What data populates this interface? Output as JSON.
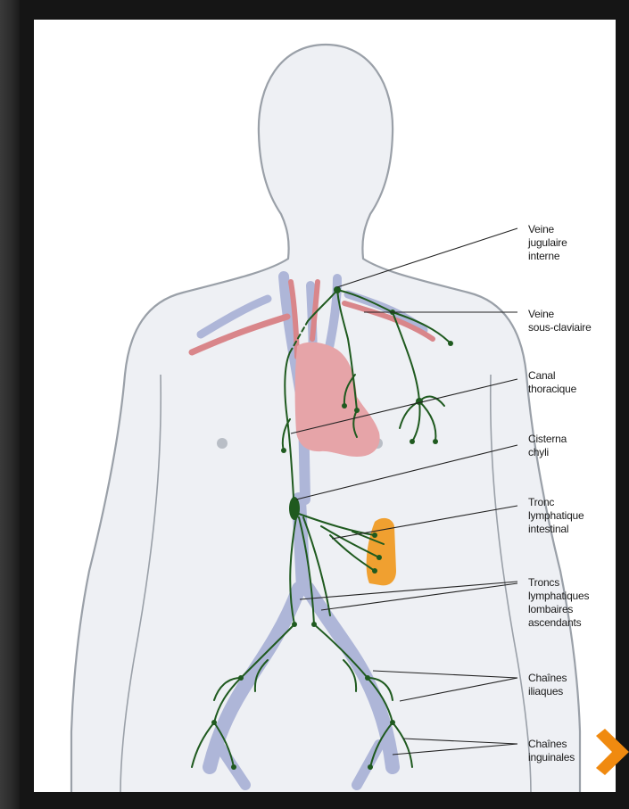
{
  "colors": {
    "lymph": "#1f5a1f",
    "vein": "#aeb6d8",
    "artery": "#d9868a",
    "heart": "#e6a4a8",
    "intestinal_organ": "#f0a030",
    "body_fill": "#eef0f4",
    "body_outline": "#9aa0a8",
    "nav_arrow": "#f08a10"
  },
  "labels": [
    {
      "id": "veine-jugulaire-interne",
      "text": "Veine\njugulaire\ninterne"
    },
    {
      "id": "veine-sous-claviaire",
      "text": "Veine\nsous-claviaire"
    },
    {
      "id": "canal-thoracique",
      "text": "Canal\nthoracique"
    },
    {
      "id": "cisterna-chyli",
      "text": "Cisterna\nchyli"
    },
    {
      "id": "tronc-lymphatique-intestinal",
      "text": "Tronc\nlymphatique\nintestinal"
    },
    {
      "id": "troncs-lymphatiques-lombaires",
      "text": "Troncs\nlymphatiques\nlombaires\nascendants"
    },
    {
      "id": "chaines-iliaques",
      "text": "Chaînes\niliaques"
    },
    {
      "id": "chaines-inguinales",
      "text": "Chaînes\ninguinales"
    }
  ],
  "nav": {
    "icon": "chevron-right-icon"
  }
}
